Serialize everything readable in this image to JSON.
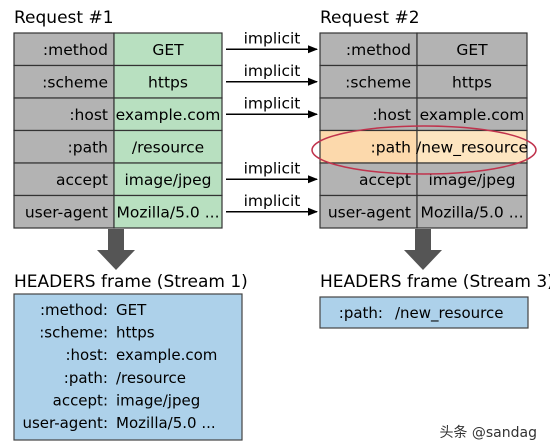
{
  "request1": {
    "title": "Request #1",
    "rows": [
      {
        "key": ":method",
        "value": "GET"
      },
      {
        "key": ":scheme",
        "value": "https"
      },
      {
        "key": ":host",
        "value": "example.com"
      },
      {
        "key": ":path",
        "value": "/resource"
      },
      {
        "key": "accept",
        "value": "image/jpeg"
      },
      {
        "key": "user-agent",
        "value": "Mozilla/5.0 ..."
      }
    ]
  },
  "request2": {
    "title": "Request #2",
    "rows": [
      {
        "key": ":method",
        "value": "GET"
      },
      {
        "key": ":scheme",
        "value": "https"
      },
      {
        "key": ":host",
        "value": "example.com"
      },
      {
        "key": ":path",
        "value": "/new_resource"
      },
      {
        "key": "accept",
        "value": "image/jpeg"
      },
      {
        "key": "user-agent",
        "value": "Mozilla/5.0 ..."
      }
    ],
    "highlight_row": 3
  },
  "implicit_label": "implicit",
  "implicit_rows": [
    0,
    1,
    2,
    4,
    5
  ],
  "frame1": {
    "title": "HEADERS frame (Stream 1)",
    "lines": [
      {
        "key": ":method:",
        "value": "GET"
      },
      {
        "key": ":scheme:",
        "value": "https"
      },
      {
        "key": ":host:",
        "value": "example.com"
      },
      {
        "key": ":path:",
        "value": "/resource"
      },
      {
        "key": "accept:",
        "value": "image/jpeg"
      },
      {
        "key": "user-agent:",
        "value": "Mozilla/5.0 ..."
      }
    ]
  },
  "frame3": {
    "title": "HEADERS frame (Stream 3)",
    "line": {
      "key": ":path:",
      "value": "/new_resource"
    }
  },
  "watermark": "头条 @sandag",
  "colors": {
    "key_cell": "#b3b3b3",
    "value_cell_1": "#b8e0c0",
    "value_cell_2": "#b3b3b3",
    "highlight_key": "#fcd9ac",
    "highlight_value": "#fde5c0",
    "highlight_oval": "#c0334d",
    "frame_fill": "#add1ea",
    "arrow": "#555555"
  }
}
